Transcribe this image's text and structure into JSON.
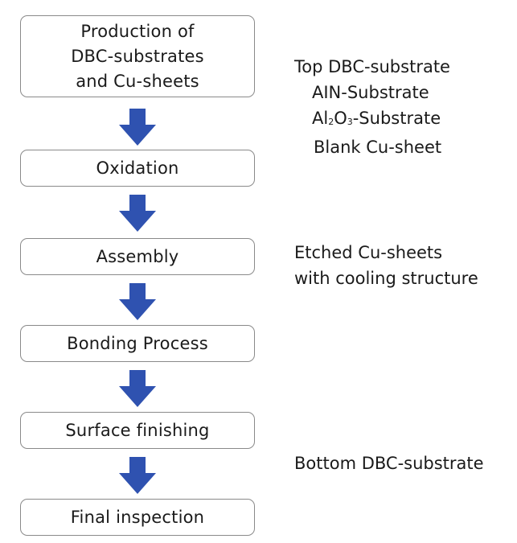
{
  "steps": [
    {
      "lines": [
        "Production of",
        "DBC-substrates",
        "and Cu-sheets"
      ]
    },
    {
      "lines": [
        "Oxidation"
      ]
    },
    {
      "lines": [
        "Assembly"
      ]
    },
    {
      "lines": [
        "Bonding Process"
      ]
    },
    {
      "lines": [
        "Surface finishing"
      ]
    },
    {
      "lines": [
        "Final inspection"
      ]
    }
  ],
  "notes": {
    "top": {
      "title": "Top DBC-substrate",
      "item1": "AIN-Substrate",
      "item2_prefix": "Al",
      "item2_sub1": "2",
      "item2_mid": "O",
      "item2_sub2": "3",
      "item2_suffix": "-Substrate",
      "item3": "Blank Cu-sheet"
    },
    "middle": {
      "line1": "Etched Cu-sheets",
      "line2": "with cooling structure"
    },
    "bottom": {
      "line1": "Bottom DBC-substrate"
    }
  },
  "colors": {
    "arrow": "#2f52b0",
    "border": "#8a8a8a"
  }
}
